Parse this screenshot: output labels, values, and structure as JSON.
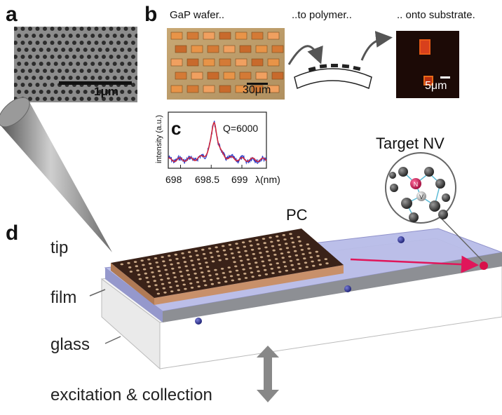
{
  "panels": {
    "a": "a",
    "b": "b",
    "c": "c",
    "d": "d"
  },
  "panel_a": {
    "scale_bar": "1μm"
  },
  "panel_b": {
    "step1": "GaP wafer..",
    "step2": "..to polymer..",
    "step3": ".. onto substrate.",
    "scale1": "30μm",
    "scale2": "5μm"
  },
  "panel_c": {
    "ylabel": "intensity (a.u.)",
    "q_label": "Q=6000",
    "tick_labels": [
      "698",
      "698.5",
      "699"
    ],
    "xlabel": "λ(nm)",
    "spectrum": {
      "x_range": [
        697.8,
        699.4
      ],
      "peak_nm": 698.55,
      "measured_color": "#2a3cc8",
      "fit_color": "#d0283c"
    }
  },
  "panel_d": {
    "labels": {
      "tip": "tip",
      "film": "film",
      "glass": "glass",
      "pc": "PC",
      "target": "Target NV",
      "excitation": "excitation & collection",
      "n_atom": "N",
      "v_site": "V"
    },
    "colors": {
      "pc_surface": "#3a2218",
      "pc_edge": "#c8906a",
      "pc_holes": "#c9a886",
      "film": "#b8bce8",
      "glass": "#eeeeee",
      "nv_color": "#d8104a",
      "nv_dot": "#2a2e88",
      "arrow": "#e0165a"
    }
  }
}
